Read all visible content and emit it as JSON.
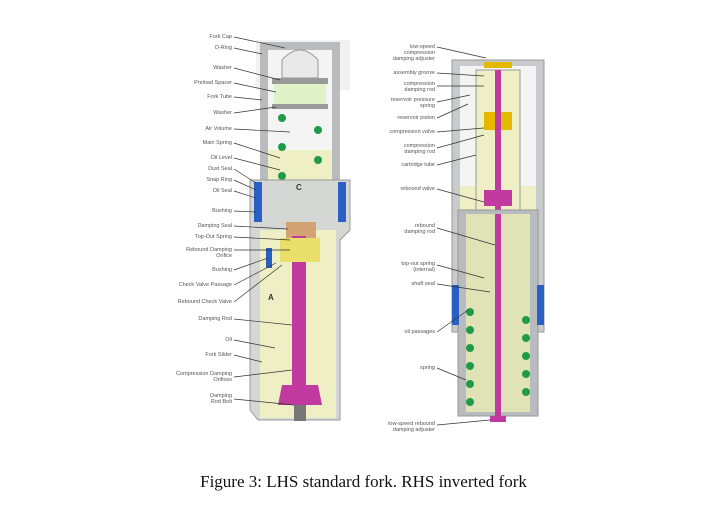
{
  "left_fork": {
    "title": "LHS standard fork",
    "labels": [
      "Fork Cap",
      "O-Ring",
      "Washer",
      "Preload Spacer",
      "Fork Tube",
      "Washer",
      "Air Volume",
      "Main Spring",
      "Oil Level",
      "Dust Seal",
      "Snap Ring",
      "Oil Seal",
      "Bushing",
      "Damping Seal",
      "Top-Out Spring",
      "Rebound Damping Orifice",
      "Bushing",
      "Check Valve Passage",
      "Rebound Check Valve",
      "Damping Rod",
      "Oil",
      "Fork Slider",
      "Compression Damping Orifices",
      "Damping Rod Bolt"
    ],
    "chamber_labels": [
      "C",
      "A"
    ]
  },
  "right_fork": {
    "title": "RHS inverted fork",
    "labels": [
      "low-speed compression damping adjuster",
      "assembly groove",
      "compression damping rod",
      "reservoir pressure spring",
      "reservoir piston",
      "compression valve",
      "compression damping rod",
      "cartridge tube",
      "rebound valve",
      "rebound damping rod",
      "top-out spring (internal)",
      "shaft seal",
      "oil passages",
      "spring",
      "low-speed rebound damping adjuster"
    ]
  },
  "caption": "Figure 3: LHS standard fork. RHS inverted fork",
  "colors": {
    "tube": "#c8cacc",
    "oil": "#eeefc4",
    "spring": "#1f9a4a",
    "rod": "#c03aa0",
    "seal": "#2a5fc4"
  }
}
